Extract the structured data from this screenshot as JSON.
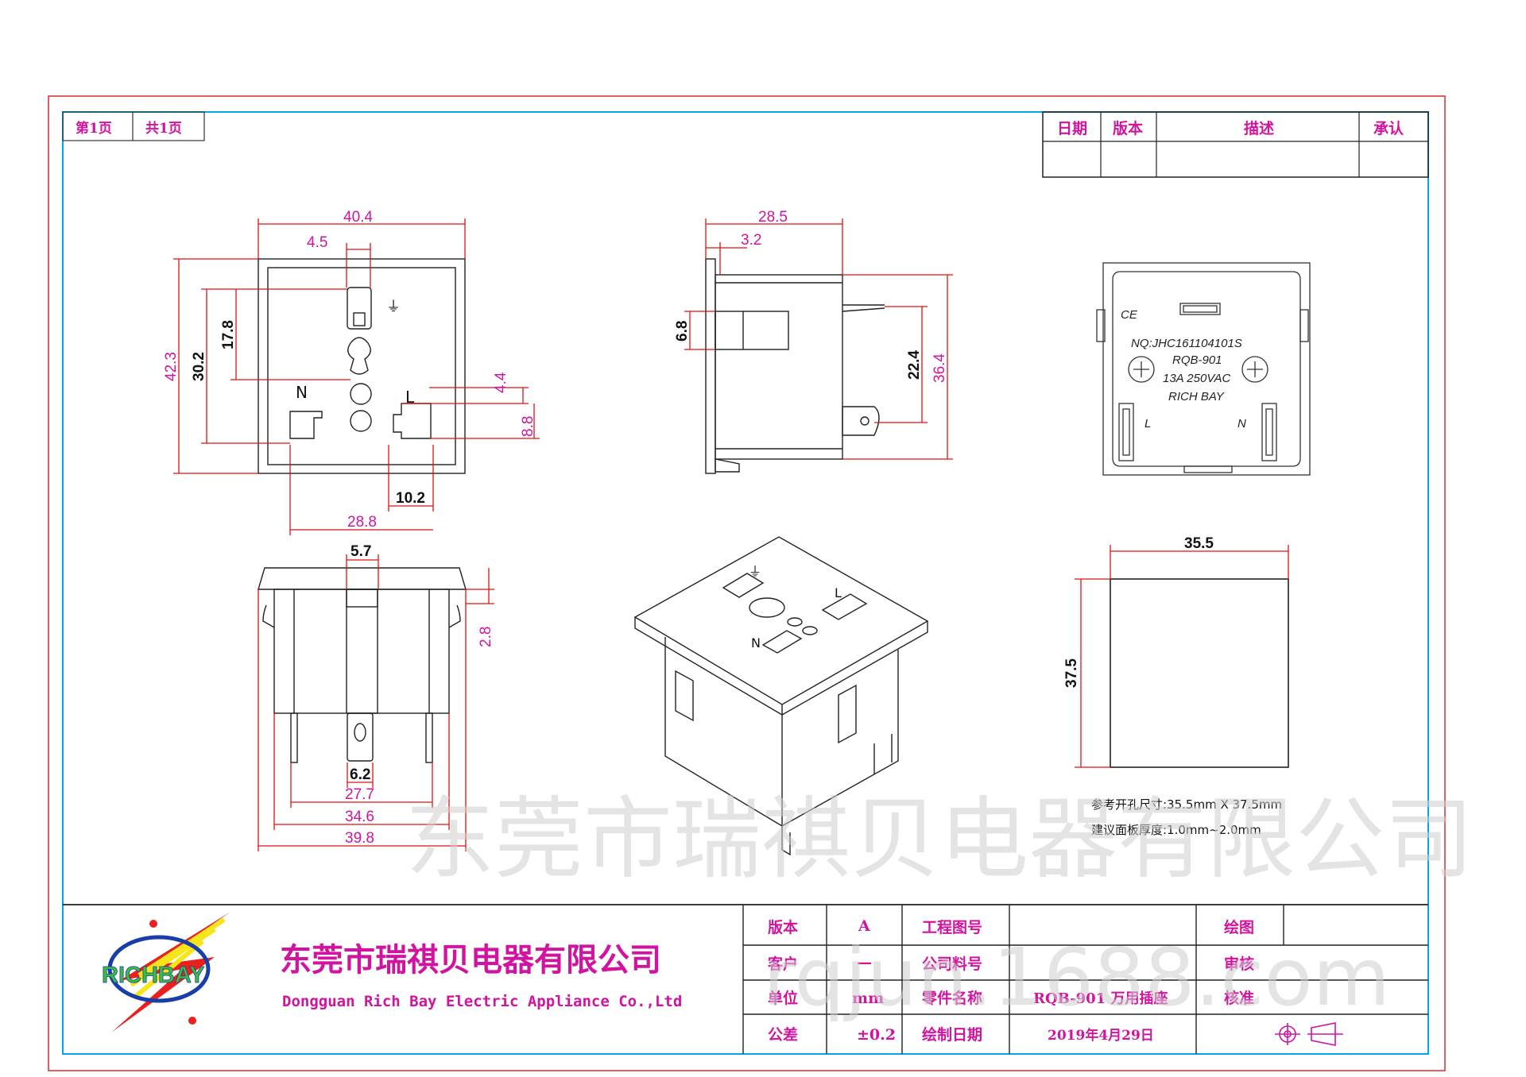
{
  "sheet": {
    "page_label": "第1页",
    "total_label": "共1页"
  },
  "revision_table": {
    "headers": [
      "日期",
      "版本",
      "描述",
      "承认"
    ]
  },
  "front_view": {
    "dims": {
      "width": "40.4",
      "pin_offset": "4.5",
      "height": "42.3",
      "inner_height": "30.2",
      "earth_pin": "17.8",
      "slot_height": "4.4",
      "slot_gap": "8.8",
      "slot_span": "10.2",
      "slot_width": "28.8"
    },
    "labels": {
      "neutral": "N",
      "live": "L",
      "earth": "⏚"
    }
  },
  "side_view": {
    "dims": {
      "depth": "28.5",
      "flange": "3.2",
      "clip": "6.8",
      "pin_span": "22.4",
      "total_height": "36.4"
    }
  },
  "back_view": {
    "texts": {
      "ce": "CE",
      "serial": "NQ:JHC161104101S",
      "model": "RQB-901",
      "rating": "13A 250VAC",
      "brand": "RICH BAY",
      "live": "L",
      "neutral": "N"
    }
  },
  "bottom_view": {
    "dims": {
      "latch": "5.7",
      "flange_h": "2.8",
      "pin_w": "6.2",
      "pin_span": "27.7",
      "body_w": "34.6",
      "flange_w": "39.8"
    }
  },
  "iso_view": {
    "labels": {
      "earth": "⏚",
      "live": "L",
      "neutral": "N"
    }
  },
  "cutout": {
    "dims": {
      "width": "35.5",
      "height": "37.5"
    },
    "note1": "参考开孔尺寸:35.5mm X 37.5mm",
    "note2": "建议面板厚度:1.0mm~2.0mm"
  },
  "watermarks": {
    "company": "东莞市瑞祺贝电器有限公司",
    "site": "rqjun.1688.com"
  },
  "title_block": {
    "logo_text": "RICHBAY",
    "company_cn": "东莞市瑞祺贝电器有限公司",
    "company_en": "Dongguan Rich Bay Electric Appliance Co.,Ltd",
    "rows": [
      {
        "k1": "版本",
        "v1": "A",
        "k2": "工程图号",
        "v2": "",
        "k3": "绘图",
        "v3": ""
      },
      {
        "k1": "客户",
        "v1": "—",
        "k2": "公司料号",
        "v2": "",
        "k3": "审核",
        "v3": ""
      },
      {
        "k1": "单位",
        "v1": "mm",
        "k2": "零件名称",
        "v2": "RQB-901 万用插座",
        "k3": "核准",
        "v3": ""
      },
      {
        "k1": "公差",
        "v1": "±0.2",
        "k2": "绘制日期",
        "v2": "2019年4月29日",
        "k3": "",
        "v3": ""
      }
    ]
  },
  "colors": {
    "frame": "#d32f2f",
    "inner": "#00a8e8",
    "text": "#d1149f",
    "line": "#222222",
    "logo_red": "#e8211f",
    "logo_yellow": "#f6e51b",
    "logo_green": "#3bbf3b",
    "logo_blue": "#1a3ea8"
  }
}
